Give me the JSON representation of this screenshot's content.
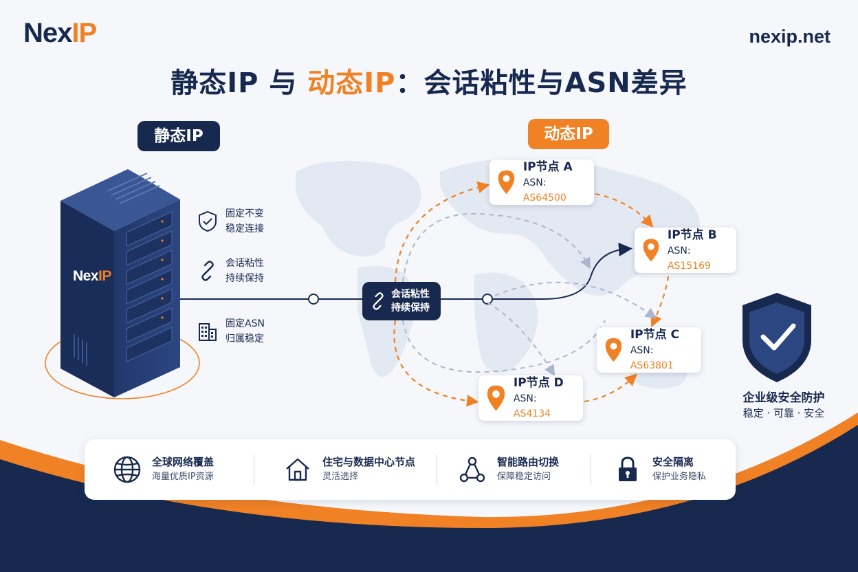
{
  "header": {
    "logo_nex": "Nex",
    "logo_ip": "IP",
    "site": "nexip.net",
    "title_part1": "静态IP 与 ",
    "title_part2": "动态IP",
    "title_part3": "：会话粘性与ASN差异"
  },
  "static_section": {
    "label": "静态IP",
    "server_logo_nex": "Nex",
    "server_logo_ip": "IP",
    "features": [
      {
        "icon": "shield-icon",
        "line1": "固定不变",
        "line2": "稳定连接"
      },
      {
        "icon": "link-icon",
        "line1": "会话粘性",
        "line2": "持续保持"
      },
      {
        "icon": "building-icon",
        "line1": "固定ASN",
        "line2": "归属稳定"
      }
    ]
  },
  "dynamic_section": {
    "label": "动态IP",
    "session_badge": {
      "line1": "会话粘性",
      "line2": "持续保持"
    },
    "nodes": [
      {
        "name": "IP节点 A",
        "asn_label": "ASN: ",
        "asn": "AS64500"
      },
      {
        "name": "IP节点 B",
        "asn_label": "ASN: ",
        "asn": "AS15169"
      },
      {
        "name": "IP节点 C",
        "asn_label": "ASN: ",
        "asn": "AS63801"
      },
      {
        "name": "IP节点 D",
        "asn_label": "ASN: ",
        "asn": "AS4134"
      }
    ]
  },
  "security": {
    "line1": "企业级安全防护",
    "line2": "稳定 · 可靠 · 安全"
  },
  "bottom_features": [
    {
      "icon": "globe-icon",
      "line1": "全球网络覆盖",
      "line2": "海量优质IP资源"
    },
    {
      "icon": "home-icon",
      "line1": "住宅与数据中心节点",
      "line2": "灵活选择"
    },
    {
      "icon": "routing-icon",
      "line1": "智能路由切换",
      "line2": "保障稳定访问"
    },
    {
      "icon": "lock-icon",
      "line1": "安全隔离",
      "line2": "保护业务隐私"
    }
  ],
  "colors": {
    "navy": "#17294f",
    "orange": "#f08124",
    "dashed_gray": "#a9b6cc",
    "background": "#f5f7fb"
  }
}
